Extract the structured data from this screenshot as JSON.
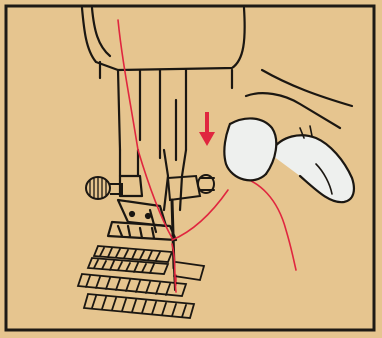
{
  "illustration": {
    "colors": {
      "paper": "#e6c58f",
      "paper_edge": "#d9b57b",
      "ink": "#1b1712",
      "thread": "#e0263f",
      "frame": "#1e1a15",
      "arrow": "#e0263f",
      "hand_fill": "#eef0ee"
    },
    "parts": [
      "sewing-machine-head",
      "needle-bar",
      "presser-foot",
      "presser-foot-screw",
      "feed-dogs",
      "needle",
      "thread",
      "hand",
      "down-arrow"
    ]
  }
}
